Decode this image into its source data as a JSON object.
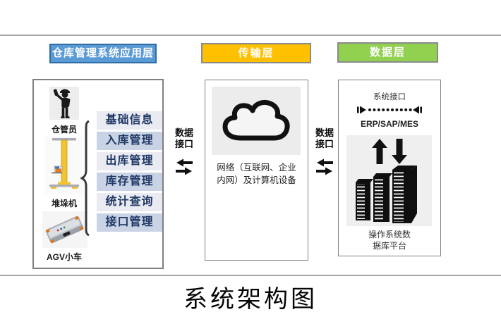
{
  "title": "系统架构图",
  "headers": {
    "app": {
      "label": "仓库管理系统应用层",
      "bg": "#5B9BD5",
      "border": "#2E6DA4"
    },
    "transport": {
      "label": "传输层",
      "bg": "#FFC000",
      "border": "#8A8A8A"
    },
    "data": {
      "label": "数据层",
      "bg": "#92D050",
      "border": "#8A8A8A"
    }
  },
  "app_panel": {
    "actors": [
      {
        "icon": "warehouse-keeper-icon",
        "label": "仓管员"
      },
      {
        "icon": "stacker-crane-icon",
        "label": "堆垛机"
      },
      {
        "icon": "agv-icon",
        "label": "AGV小车"
      }
    ],
    "modules": [
      "基础信息",
      "入库管理",
      "出库管理",
      "库存管理",
      "统计查询",
      "接口管理"
    ],
    "module_colors": {
      "odd_row": "#E9EAF2",
      "even_row": "#C9D3E5",
      "text": "#1F3864"
    }
  },
  "connectors": {
    "left": {
      "label": "数据\n接口"
    },
    "right": {
      "label": "数据\n接口"
    }
  },
  "transport_panel": {
    "icon": "cloud-icon",
    "label": "网络（互联网、企业\n内网）及计算机设备"
  },
  "data_panel": {
    "interface_label": "系统接口",
    "systems_label": "ERP/SAP/MES",
    "platform_label": "操作系统数\n据库平台"
  }
}
